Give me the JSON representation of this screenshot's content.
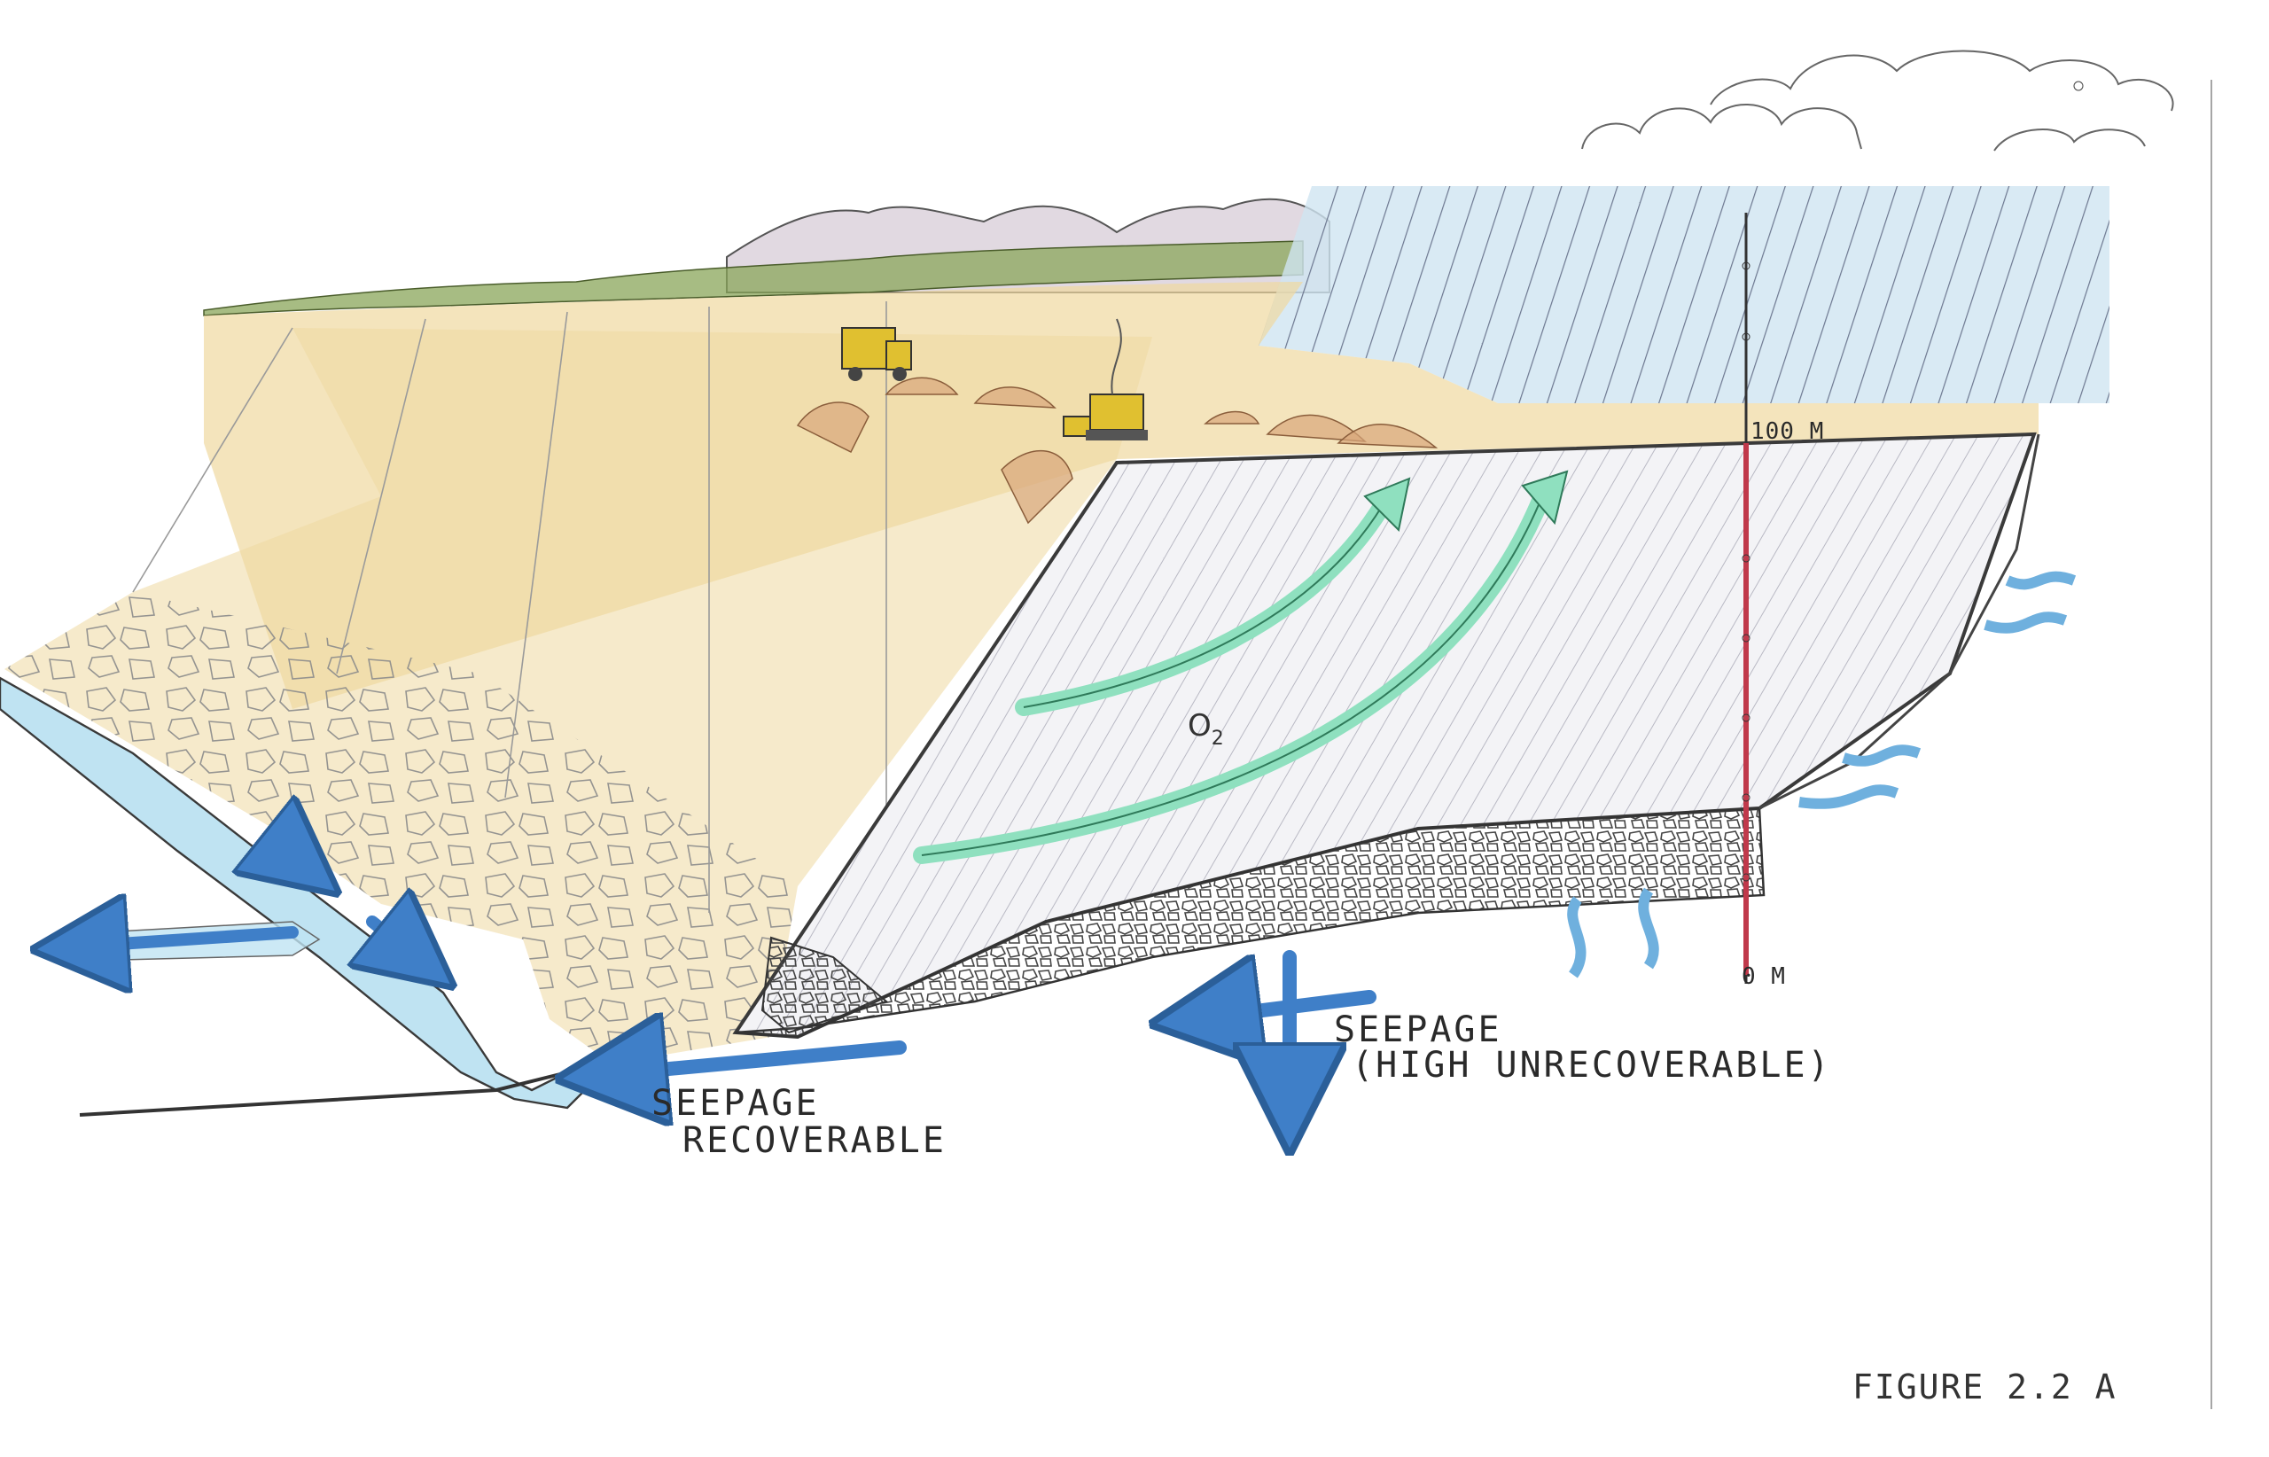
{
  "labels": {
    "scale_top": "100 M",
    "scale_bottom": "0 M",
    "oxygen": "O",
    "oxygen_sub": "2",
    "seepage_recoverable_line1": "SEEPAGE",
    "seepage_recoverable_line2": "RECOVERABLE",
    "seepage_unrecoverable_line1": "SEEPAGE",
    "seepage_unrecoverable_line2": "(HIGH UNRECOVERABLE)",
    "figure_caption": "FIGURE 2.2 A"
  },
  "colors": {
    "paper": "#ffffff",
    "ink": "#3a3a3a",
    "sand": "#efd9a0",
    "rock": "#e6d29c",
    "hatch": "#b9b9c4",
    "sky_hatch": "#6d7890",
    "sky_blue": "#cfe5f1",
    "forest": "#8aa65a",
    "mountain": "#c9b9c9",
    "water": "#bfe3f2",
    "seepage_arrow": "#3f7fc8",
    "oxygen_arrow": "#8fe0bf",
    "scale_rod": "#c0394b",
    "machinery": "#e0c030"
  },
  "icons": [
    "bulldozer-icon",
    "loader-truck-icon",
    "oxygen-arrow-icon",
    "seepage-arrow-icon",
    "groundwater-inflow-icon"
  ]
}
